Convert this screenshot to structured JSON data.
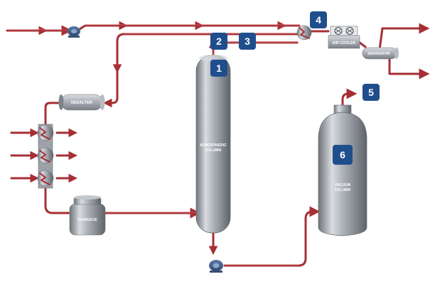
{
  "equipment": {
    "desalter": "DESALTER",
    "furnace": "FURNACE",
    "atmospheric_column_line1": "ATMOSPHERIC",
    "atmospheric_column_line2": "COLUMN",
    "vacuum_column_line1": "VACUUM",
    "vacuum_column_line2": "COLUMN",
    "air_cooler": "AIR COOLER",
    "separator": "SEPARATOR"
  },
  "badges": [
    "1",
    "2",
    "3",
    "4",
    "5",
    "6"
  ],
  "colors": {
    "pipe": "#a62f35",
    "badge": "#1f4e8c",
    "vessel": "#9da2a9"
  }
}
